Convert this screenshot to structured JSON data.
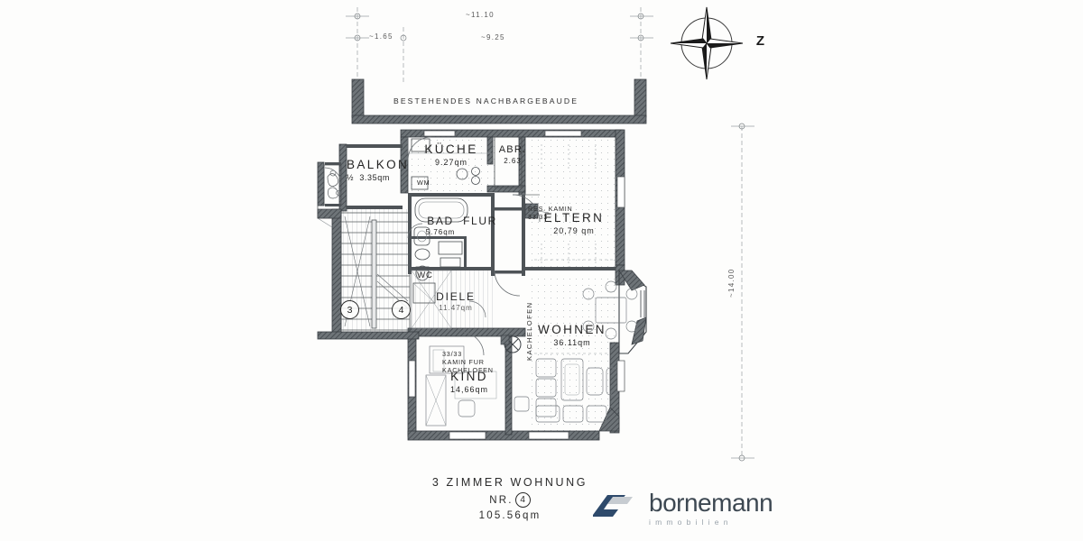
{
  "document": {
    "type": "floor-plan",
    "neighbour_note": "BESTEHENDES  NACHBARGEBAUDE",
    "compass_label": "Z"
  },
  "dimensions": {
    "top_left": "~1.65",
    "top_outer": "~11.10",
    "top_inner": "~9.25",
    "right_vertical": "~14.00"
  },
  "rooms": [
    {
      "name": "BALKON",
      "area": "3.35qm",
      "prefix": "½"
    },
    {
      "name": "KÜCHE",
      "area": "9.27qm"
    },
    {
      "name": "ABR.",
      "area": "2.63"
    },
    {
      "name": "BAD",
      "area": "5.76qm"
    },
    {
      "name": "FLUR",
      "area": ""
    },
    {
      "name": "WC",
      "area": ""
    },
    {
      "name": "DIELE",
      "area": "11.47qm"
    },
    {
      "name": "ELTERN",
      "area": "20,79 qm"
    },
    {
      "name": "WOHNEN",
      "area": "36.11qm"
    },
    {
      "name": "KIND",
      "area": "14,66qm"
    }
  ],
  "annotations": {
    "washing_machine": "WM",
    "chimney_reserve_line1": "RES. KAMIN",
    "chimney_reserve_line2": "33/33",
    "kachelofen_line1": "33/33",
    "kachelofen_line2": "KAMIN FUR",
    "kachelofen_line3": "KACHELOFEN",
    "kachelofen_vertical": "KACHELOFEN"
  },
  "markers": [
    {
      "label": "3"
    },
    {
      "label": "4"
    }
  ],
  "title_block": {
    "heading": "3 ZIMMER WOHNUNG",
    "nr_prefix": "NR.",
    "nr_value": "4",
    "total_area": "105.56qm"
  },
  "logo": {
    "brand": "bornemann",
    "tagline": "immobilien",
    "color_dark": "#2e4a6b",
    "color_light": "#c7ccd1",
    "text_color": "#3d4852"
  },
  "colors": {
    "paper": "#fdfdfc",
    "wall": "#5a5f63",
    "line": "#2c2c2c",
    "hatch": "#8a8f93"
  }
}
